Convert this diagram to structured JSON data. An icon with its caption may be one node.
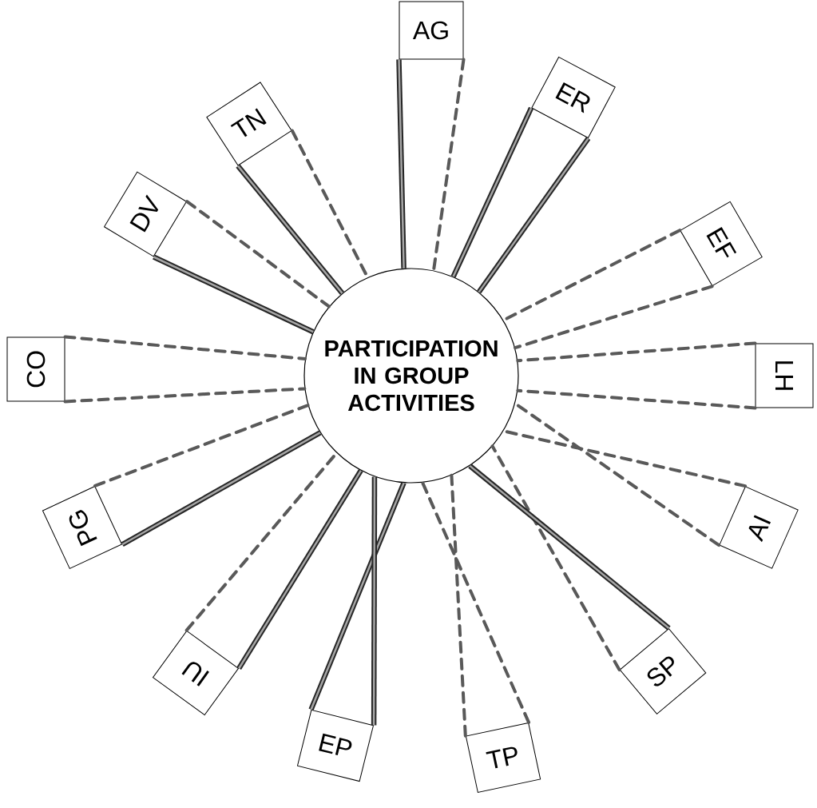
{
  "diagram": {
    "nodes": [
      {
        "text": [
          "PARTICIPATION IN GROUP ACTIVITIES"
        ]
      },
      {
        "text": [
          "AG"
        ]
      },
      {
        "text": [
          "ER"
        ]
      },
      {
        "text": [
          "EF"
        ]
      },
      {
        "text": [
          "LH"
        ]
      },
      {
        "text": [
          "AI"
        ]
      },
      {
        "text": [
          "SP"
        ]
      },
      {
        "text": [
          "TP"
        ]
      },
      {
        "text": [
          "EP"
        ]
      },
      {
        "text": [
          "IU"
        ]
      },
      {
        "text": [
          "PG"
        ]
      },
      {
        "text": [
          "CO"
        ]
      },
      {
        "text": [
          "DV"
        ]
      },
      {
        "text": [
          "TN"
        ]
      }
    ],
    "edges": [
      {
        "from": 1,
        "to": 0,
        "arrow": "none"
      },
      {
        "from": 1,
        "to": 0,
        "arrow": "none",
        "style": "dashed"
      },
      {
        "from": 2,
        "to": 0,
        "arrow": "none"
      },
      {
        "from": 2,
        "to": 0,
        "arrow": "none"
      },
      {
        "from": 3,
        "to": 0,
        "arrow": "none",
        "style": "dashed"
      },
      {
        "from": 3,
        "to": 0,
        "arrow": "none",
        "style": "dashed"
      },
      {
        "from": 4,
        "to": 0,
        "arrow": "none",
        "style": "dashed"
      },
      {
        "from": 4,
        "to": 0,
        "arrow": "none",
        "style": "dashed"
      },
      {
        "from": 5,
        "to": 0,
        "arrow": "none",
        "style": "dashed"
      },
      {
        "from": 5,
        "to": 0,
        "arrow": "none",
        "style": "dashed"
      },
      {
        "from": 6,
        "to": 0,
        "arrow": "none",
        "style": "dashed"
      },
      {
        "from": 6,
        "to": 0,
        "arrow": "none"
      },
      {
        "from": 7,
        "to": 0,
        "arrow": "none",
        "style": "dashed"
      },
      {
        "from": 7,
        "to": 0,
        "arrow": "none",
        "style": "dashed"
      },
      {
        "from": 8,
        "to": 0,
        "arrow": "none"
      },
      {
        "from": 8,
        "to": 0,
        "arrow": "none"
      },
      {
        "from": 9,
        "to": 0,
        "arrow": "none"
      },
      {
        "from": 9,
        "to": 0,
        "arrow": "none",
        "style": "dashed"
      },
      {
        "from": 10,
        "to": 0,
        "arrow": "none"
      },
      {
        "from": 10,
        "to": 0,
        "arrow": "none",
        "style": "dashed"
      },
      {
        "from": 11,
        "to": 0,
        "arrow": "none",
        "style": "dashed"
      },
      {
        "from": 11,
        "to": 0,
        "arrow": "none",
        "style": "dashed"
      },
      {
        "from": 12,
        "to": 0,
        "arrow": "none"
      },
      {
        "from": 12,
        "to": 0,
        "arrow": "none",
        "style": "dashed"
      },
      {
        "from": 13,
        "to": 0,
        "arrow": "none"
      },
      {
        "from": 13,
        "to": 0,
        "arrow": "none",
        "style": "dashed"
      }
    ]
  }
}
